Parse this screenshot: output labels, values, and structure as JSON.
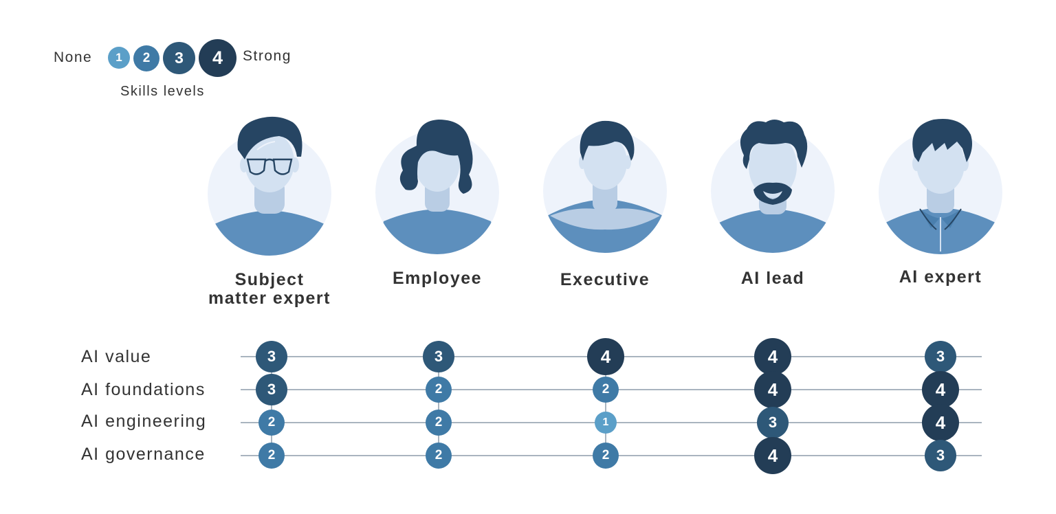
{
  "legend": {
    "low_label": "None",
    "high_label": "Strong",
    "caption": "Skills levels",
    "levels": [
      "1",
      "2",
      "3",
      "4"
    ]
  },
  "colors": {
    "level_1": "#5b9fc8",
    "level_2": "#3f7aa6",
    "level_3": "#2e5878",
    "level_4": "#233d56",
    "hair": "#264563",
    "skin": "#d3e1f1",
    "skin_shadow": "#b9cde4",
    "shirt": "#5d8fbd",
    "circle_bg": "#eef3fb",
    "grid_line": "#a9b4bf"
  },
  "personas": [
    {
      "name": "Subject matter expert",
      "lines": [
        "Subject",
        "matter expert"
      ],
      "icon": "person-glasses-icon"
    },
    {
      "name": "Employee",
      "lines": [
        "Employee"
      ],
      "icon": "person-wavy-hair-icon"
    },
    {
      "name": "Executive",
      "lines": [
        "Executive"
      ],
      "icon": "person-executive-icon"
    },
    {
      "name": "AI lead",
      "lines": [
        "AI lead"
      ],
      "icon": "person-beard-icon"
    },
    {
      "name": "AI expert",
      "lines": [
        "AI expert"
      ],
      "icon": "person-collar-icon"
    }
  ],
  "skills": [
    {
      "name": "AI value",
      "levels": [
        3,
        3,
        4,
        4,
        3
      ]
    },
    {
      "name": "AI foundations",
      "levels": [
        3,
        2,
        2,
        4,
        4
      ]
    },
    {
      "name": "AI engineering",
      "levels": [
        2,
        2,
        1,
        3,
        4
      ]
    },
    {
      "name": "AI governance",
      "levels": [
        2,
        2,
        2,
        4,
        3
      ]
    }
  ]
}
